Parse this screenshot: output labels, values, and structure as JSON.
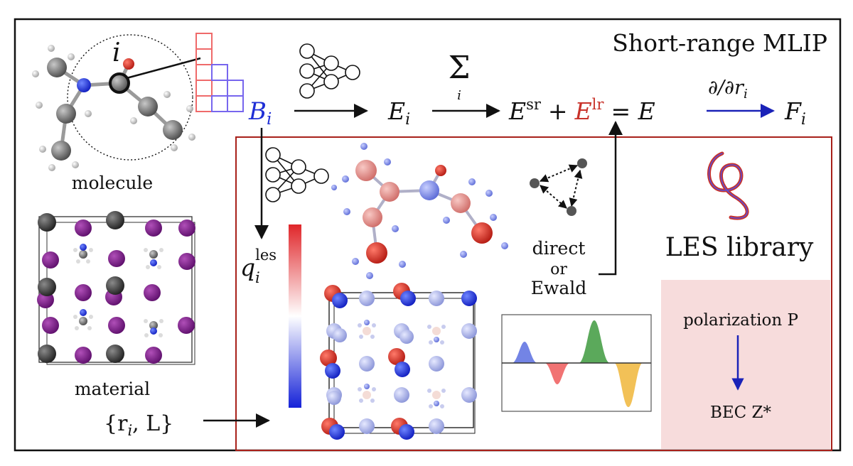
{
  "header": {
    "title": "Short-range MLIP"
  },
  "left": {
    "molecule_label": "molecule",
    "material_label": "material",
    "atom_index": "i",
    "input_set": "{r",
    "input_set_sub": "i",
    "input_set_tail": ", L}"
  },
  "pipeline": {
    "descriptor": "B",
    "descriptor_sub": "i",
    "energy_atom": "E",
    "energy_atom_sub": "i",
    "sum_symbol": "Σ",
    "sum_index": "i",
    "esr_base": "E",
    "esr_sup": "sr",
    "plus": "+",
    "elr_base": "E",
    "elr_sup": "lr",
    "equals": "= E",
    "deriv": "∂/∂r",
    "deriv_sub": "i",
    "force": "F",
    "force_sub": "i"
  },
  "les": {
    "charge_base": "q",
    "charge_sup": "les",
    "charge_sub": "i",
    "direct": "direct",
    "or": "or",
    "ewald": "Ewald",
    "library": "LES library",
    "polarization": "polarization P",
    "bec": "BEC Z*"
  },
  "colors": {
    "descriptor_blue": "#1f2fd6",
    "lr_red": "#c8322a",
    "les_frame": "#a8201a",
    "pink_panel": "#f7dcdc",
    "force_arrow": "#1a22b8"
  }
}
